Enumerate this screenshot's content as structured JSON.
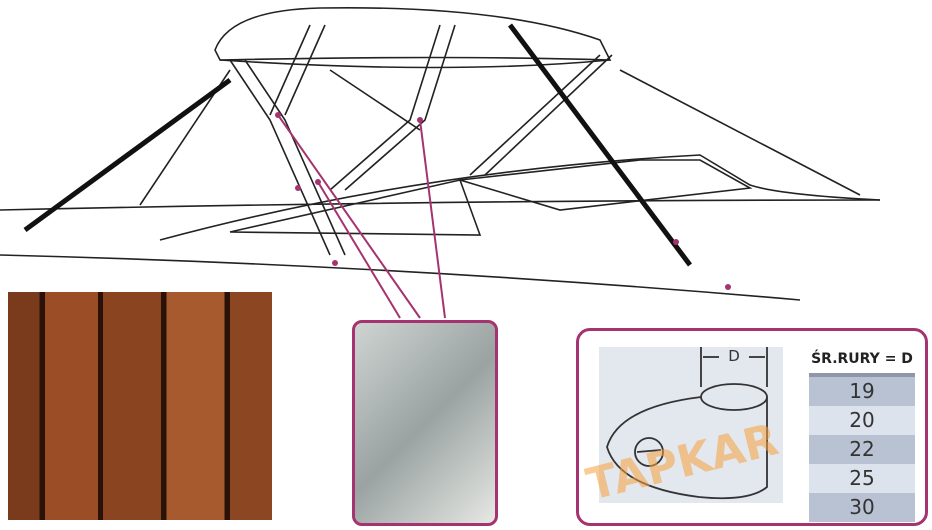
{
  "diagram": {
    "dimension_label": "D",
    "table": {
      "header": "ŚR.RURY = D",
      "rows": [
        "19",
        "20",
        "22",
        "25",
        "30"
      ]
    },
    "watermark": "TAPKAR"
  },
  "colors": {
    "callout": "#a4336f",
    "table_row_light": "#dde3ed",
    "table_row_dark": "#b9c2d3"
  }
}
